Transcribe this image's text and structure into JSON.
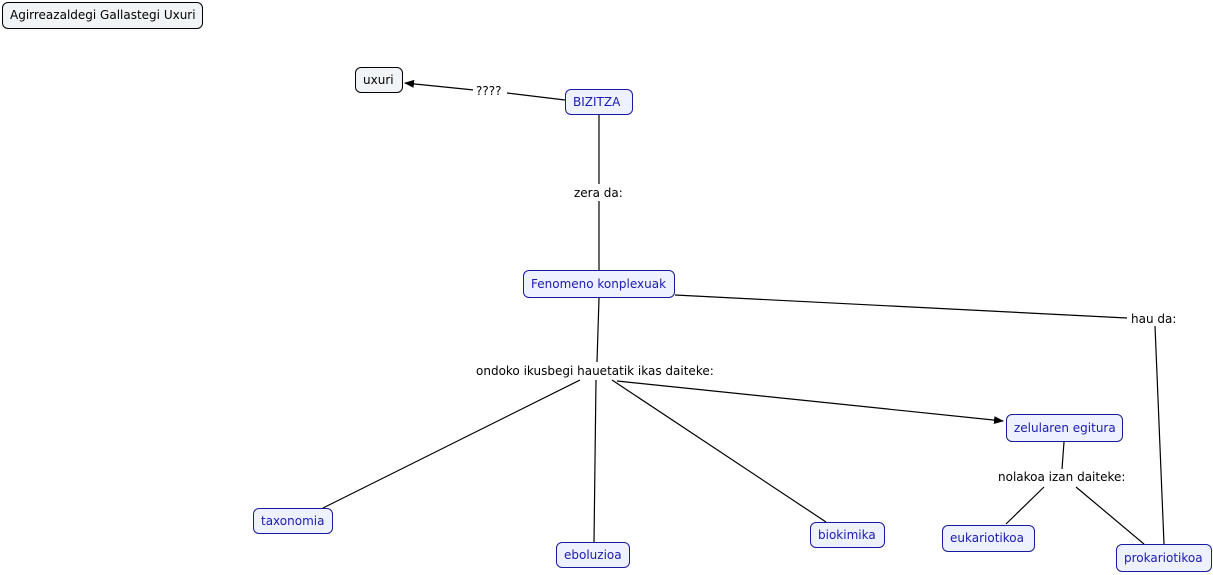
{
  "map": {
    "author": "Agirreazaldegi Gallastegi Uxuri",
    "nodes": {
      "uxuri": "uxuri",
      "bizitza": "BIZITZA",
      "fenomeno": "Fenomeno konplexuak",
      "zelularen": "zelularen egitura",
      "taxonomia": "taxonomia",
      "eboluzioa": "eboluzioa",
      "biokimika": "biokimika",
      "eukariotikoa": "eukariotikoa",
      "prokariotikoa": "prokariotikoa"
    },
    "links": {
      "qqqq": "????",
      "zera_da": "zera da:",
      "ondoko": "ondoko ikusbegi hauetatik ikas daiteke:",
      "hau_da": "hau da:",
      "nolakoa": "nolakoa izan daiteke:"
    }
  },
  "colors": {
    "concept_border": "#1a1aa0",
    "concept_text": "#1a1ab4",
    "concept_fill": "#eef1ff",
    "line": "#000000"
  }
}
